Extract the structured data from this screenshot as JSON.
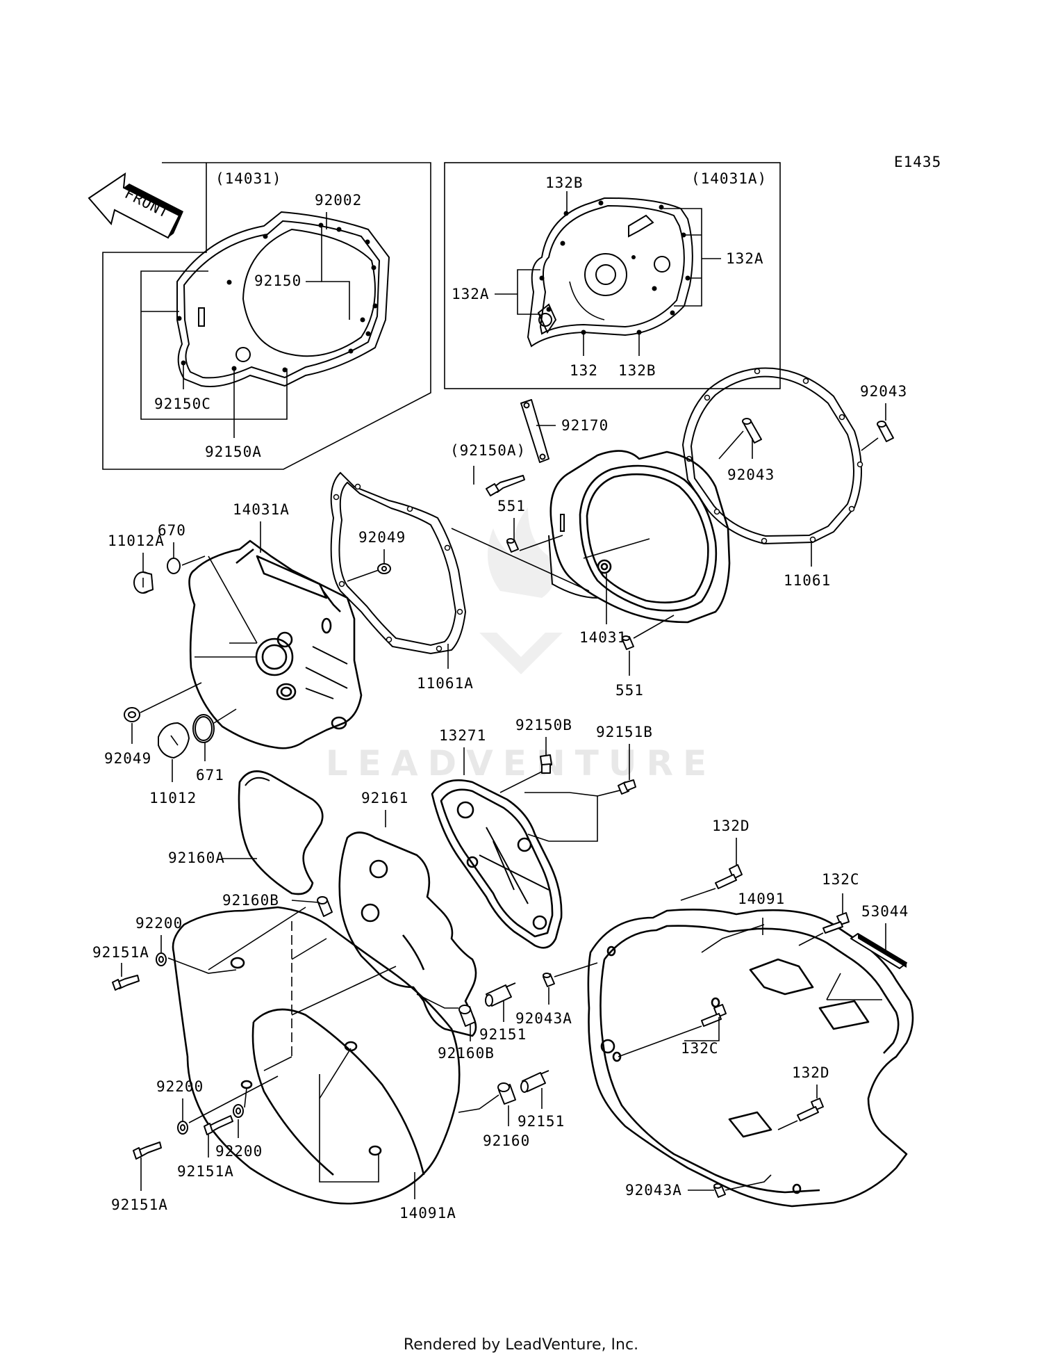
{
  "diagram_code": "E1435",
  "direction_label": "FRONT",
  "watermark": "LEADVENTURE",
  "footer": "Rendered by LeadVenture, Inc.",
  "inset_left": {
    "title": "(14031)",
    "labels": [
      "92002",
      "92150",
      "92150C",
      "92150A"
    ]
  },
  "inset_right": {
    "title": "(14031A)",
    "labels": [
      "132B",
      "132A",
      "132A",
      "132",
      "132B"
    ]
  },
  "labels": {
    "p92170": "92170",
    "p92150A_paren": "(92150A)",
    "p551_a": "551",
    "p551_b": "551",
    "p92043_a": "92043",
    "p92043_b": "92043",
    "p11061": "11061",
    "p14031A": "14031A",
    "p670": "670",
    "p11012A": "11012A",
    "p92049_a": "92049",
    "p92049_b": "92049",
    "p11061A": "11061A",
    "p14031": "14031",
    "p671": "671",
    "p11012": "11012",
    "p92150B": "92150B",
    "p13271": "13271",
    "p92151B": "92151B",
    "p92161": "92161",
    "p92160A": "92160A",
    "p92160B_a": "92160B",
    "p92160B_b": "92160B",
    "p92200_a": "92200",
    "p92200_b": "92200",
    "p92200_c": "92200",
    "p92151A_a": "92151A",
    "p92151A_b": "92151A",
    "p92151A_c": "92151A",
    "p132D_a": "132D",
    "p132D_b": "132D",
    "p14091": "14091",
    "p132C_a": "132C",
    "p132C_b": "132C",
    "p53044": "53044",
    "p92043A_a": "92043A",
    "p92043A_b": "92043A",
    "p92151_a": "92151",
    "p92151_b": "92151",
    "p92160": "92160",
    "p14091A": "14091A"
  }
}
